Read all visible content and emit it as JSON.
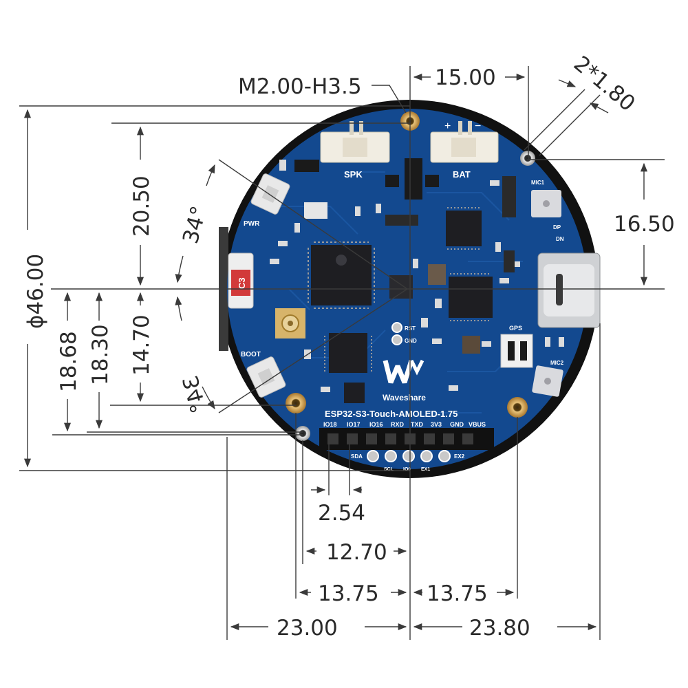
{
  "dimensions": {
    "mount_hole": "M2.00-H3.5",
    "top_offset": "15.00",
    "hole_dia": "2*1.80",
    "diameter": "ϕ46.00",
    "upper_height": "20.50",
    "lower_height": "14.70",
    "angle_top": "34°",
    "angle_bottom": "34°",
    "right_height": "16.50",
    "left_h1": "18.68",
    "left_h2": "18.30",
    "pitch": "2.54",
    "header_span": "12.70",
    "hole_left": "13.75",
    "hole_right": "13.75",
    "width_left": "23.00",
    "width_right": "23.80"
  },
  "board": {
    "name": "ESP32-S3-Touch-AMOLED-1.75",
    "brand": "Waveshare",
    "connectors": {
      "spk": "SPK",
      "bat": "BAT",
      "gps": "GPS",
      "mic1": "MIC1",
      "mic2": "MIC2"
    },
    "buttons": {
      "pwr": "PWR",
      "boot": "BOOT"
    },
    "pads": {
      "rst": "RST",
      "gnd": "GND"
    },
    "pins": [
      "IO18",
      "IO17",
      "IO16",
      "RXD",
      "TXD",
      "3V3",
      "GND",
      "VBUS"
    ],
    "ex_labels": {
      "sda": "SDA",
      "scl": "SCL",
      "ex2": "EX2",
      "io0": "IO0",
      "ex1": "EX1"
    },
    "side_labels": {
      "dp": "DP",
      "dn": "DN"
    },
    "battery_mark": "C3"
  },
  "colors": {
    "pcb": "#13498f",
    "pcb_dark": "#0c3468",
    "bezel": "#111111",
    "gold": "#c89b55",
    "silkscreen": "#ffffff"
  }
}
